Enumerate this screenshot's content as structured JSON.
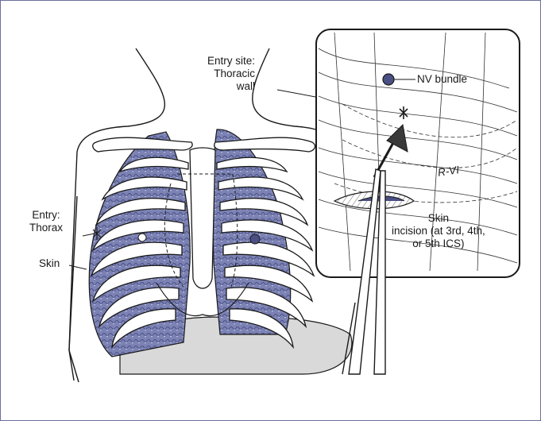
{
  "labels": {
    "entry_site_line1": "Entry site:",
    "entry_site_line2": "Thoracic",
    "entry_site_line3": "wall",
    "entry_line1": "Entry:",
    "entry_line2": "Thorax",
    "skin": "Skin",
    "nv_bundle": "NV bundle",
    "rib": "R-VI",
    "incision_line1": "Skin",
    "incision_line2": "incision (at 3rd, 4th,",
    "incision_line3": "or 5th ICS)"
  },
  "colors": {
    "lung_fill": "#7c83b4",
    "lung_dark": "#4a4f84",
    "frame": "#6d6f9a",
    "ink": "#1a1a1a",
    "abdomen": "#d9d9d9"
  }
}
